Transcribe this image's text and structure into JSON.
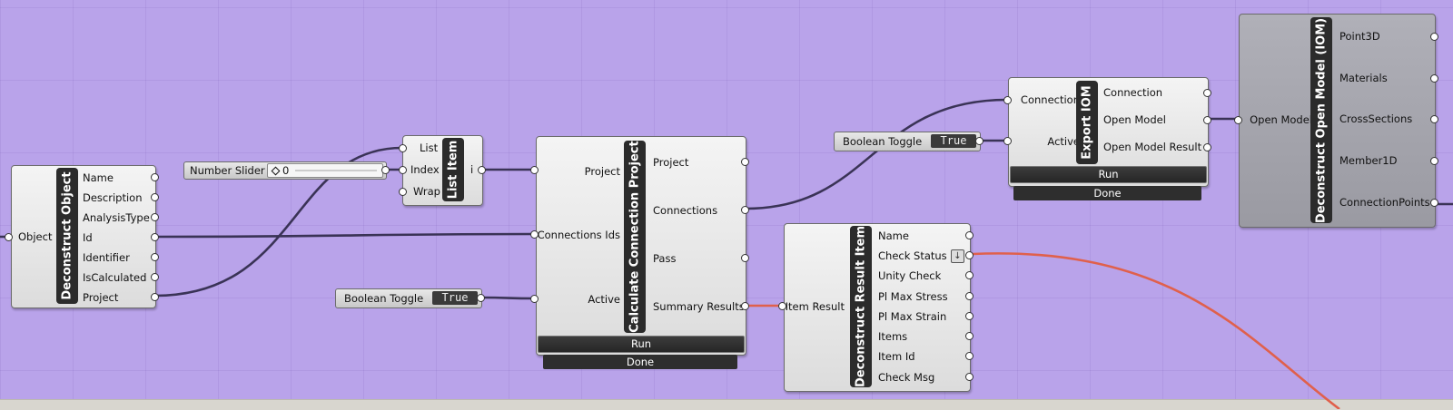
{
  "colors": {
    "canvas": "#b9a3ea",
    "wire": "#3a3356",
    "wire_selected": "#e0604c"
  },
  "components": {
    "deconstruct_object": {
      "title": "Deconstruct Object",
      "input": "Object",
      "outputs": [
        "Name",
        "Description",
        "AnalysisType",
        "Id",
        "Identifier",
        "IsCalculated",
        "Project"
      ]
    },
    "number_slider": {
      "label": "Number Slider",
      "value": "0",
      "icon": "diamond-icon"
    },
    "list_item": {
      "title": "List Item",
      "inputs": [
        "List",
        "Index",
        "Wrap"
      ],
      "output": "i"
    },
    "calc_connection": {
      "title": "Calculate Connection Project",
      "inputs": [
        "Project",
        "Connections Ids",
        "Active"
      ],
      "outputs": [
        "Project",
        "Connections",
        "Pass",
        "Summary Results"
      ],
      "run": "Run",
      "status": "Done"
    },
    "toggle_lower": {
      "label": "Boolean Toggle",
      "value": "True"
    },
    "toggle_upper": {
      "label": "Boolean Toggle",
      "value": "True"
    },
    "deconstruct_result": {
      "title": "Deconstruct Result Item",
      "input": "Item Result",
      "outputs": [
        "Name",
        "Check Status",
        "Unity Check",
        "Pl Max Stress",
        "Pl Max Strain",
        "Items",
        "Item Id",
        "Check Msg"
      ],
      "icon": "arrow-down-icon"
    },
    "export_iom": {
      "title": "Export IOM",
      "inputs": [
        "Connection",
        "Active"
      ],
      "outputs": [
        "Connection",
        "Open Model",
        "Open Model Result"
      ],
      "run": "Run",
      "status": "Done"
    },
    "deconstruct_open_model": {
      "title": "Deconstruct Open Model (IOM)",
      "input": "Open Model",
      "outputs": [
        "Point3D",
        "Materials",
        "CrossSections",
        "Member1D",
        "ConnectionPoints"
      ]
    }
  }
}
